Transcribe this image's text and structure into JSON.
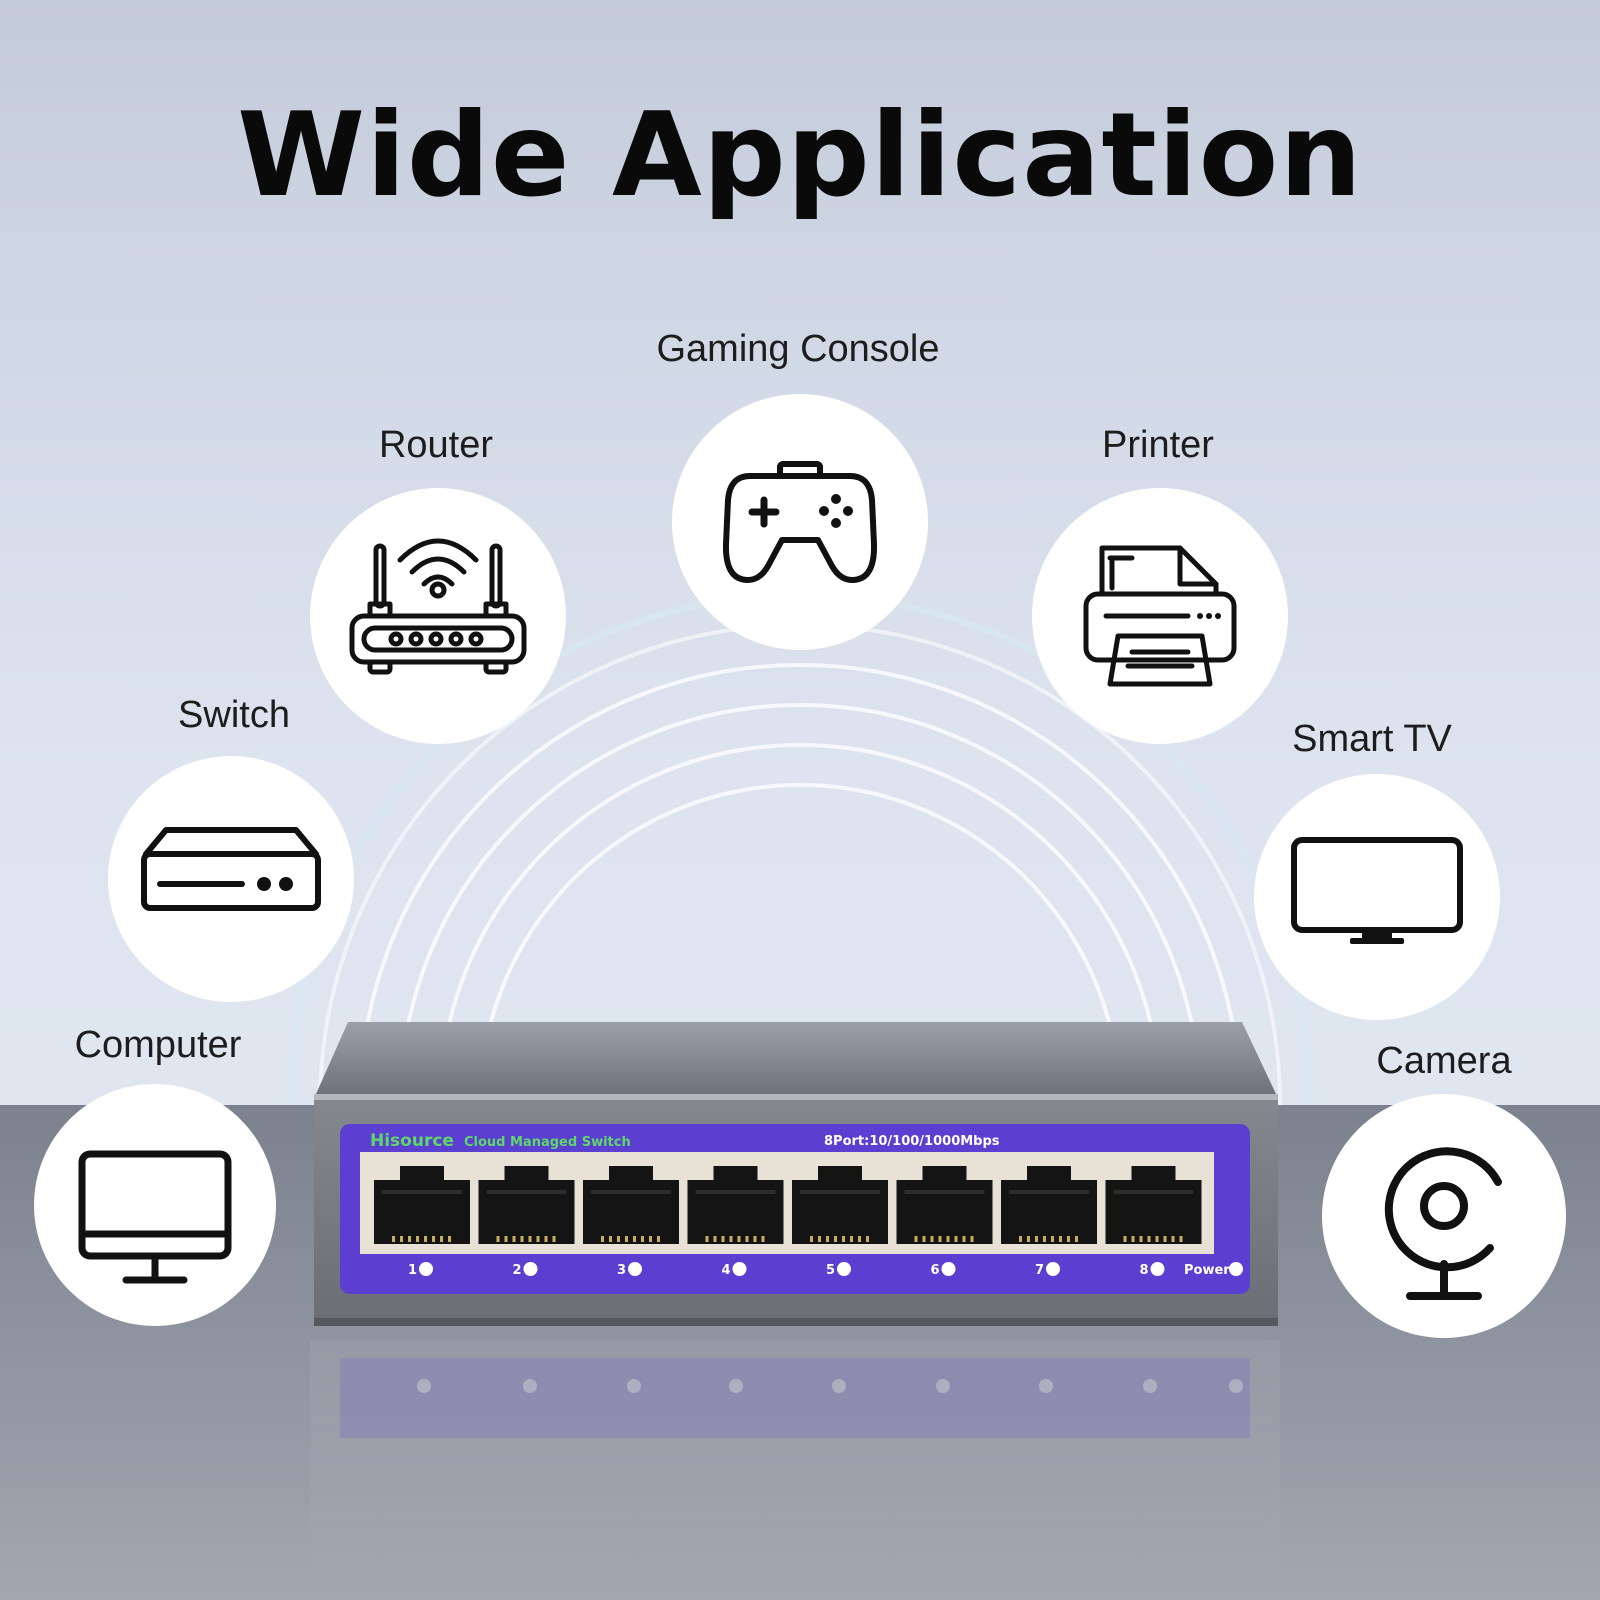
{
  "headline": "Wide Application",
  "devices": {
    "gaming_console": {
      "label": "Gaming Console",
      "icon": "gamepad-icon"
    },
    "router": {
      "label": "Router",
      "icon": "wifi-router-icon"
    },
    "printer": {
      "label": "Printer",
      "icon": "printer-icon"
    },
    "switch": {
      "label": "Switch",
      "icon": "network-switch-icon"
    },
    "smart_tv": {
      "label": "Smart TV",
      "icon": "tv-icon"
    },
    "computer": {
      "label": "Computer",
      "icon": "monitor-icon"
    },
    "camera": {
      "label": "Camera",
      "icon": "webcam-icon"
    }
  },
  "product": {
    "brand": "Hisource",
    "model": "Cloud Managed Switch",
    "spec": "8Port:10/100/1000Mbps",
    "port_labels": [
      "1",
      "2",
      "3",
      "4",
      "5",
      "6",
      "7",
      "8"
    ],
    "power_label": "Power",
    "panel_color": "#5a3fd0",
    "brand_color": "#5fd86a"
  }
}
